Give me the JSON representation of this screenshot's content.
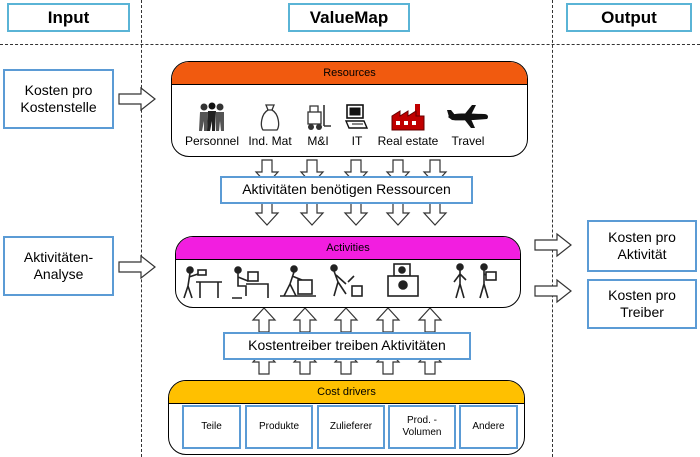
{
  "headers": {
    "input": "Input",
    "valuemap": "ValueMap",
    "output": "Output"
  },
  "inputs": {
    "kostenstelle": "Kosten pro\nKostenstelle",
    "analyse": "Aktivitäten-\nAnalyse"
  },
  "outputs": {
    "aktivitaet": "Kosten pro\nAktivität",
    "treiber": "Kosten pro\nTreiber"
  },
  "resources": {
    "title": "Resources",
    "color": "#f15a0f",
    "items": [
      {
        "label": "Personnel",
        "icon": "people-icon"
      },
      {
        "label": "Ind. Mat",
        "icon": "sack-icon"
      },
      {
        "label": "M&I",
        "icon": "forklift-icon"
      },
      {
        "label": "IT",
        "icon": "computer-icon"
      },
      {
        "label": "Real estate",
        "icon": "factory-icon"
      },
      {
        "label": "Travel",
        "icon": "airplane-icon"
      }
    ]
  },
  "middle1": "Aktivitäten benötigen Ressourcen",
  "activities": {
    "title": "Activities",
    "color": "#f21ee0"
  },
  "middle2": "Kostentreiber treiben Aktivitäten",
  "cost_drivers": {
    "title": "Cost drivers",
    "color": "#ffc000",
    "items": [
      "Teile",
      "Produkte",
      "Zulieferer",
      "Prod. -\nVolumen",
      "Andere"
    ]
  }
}
